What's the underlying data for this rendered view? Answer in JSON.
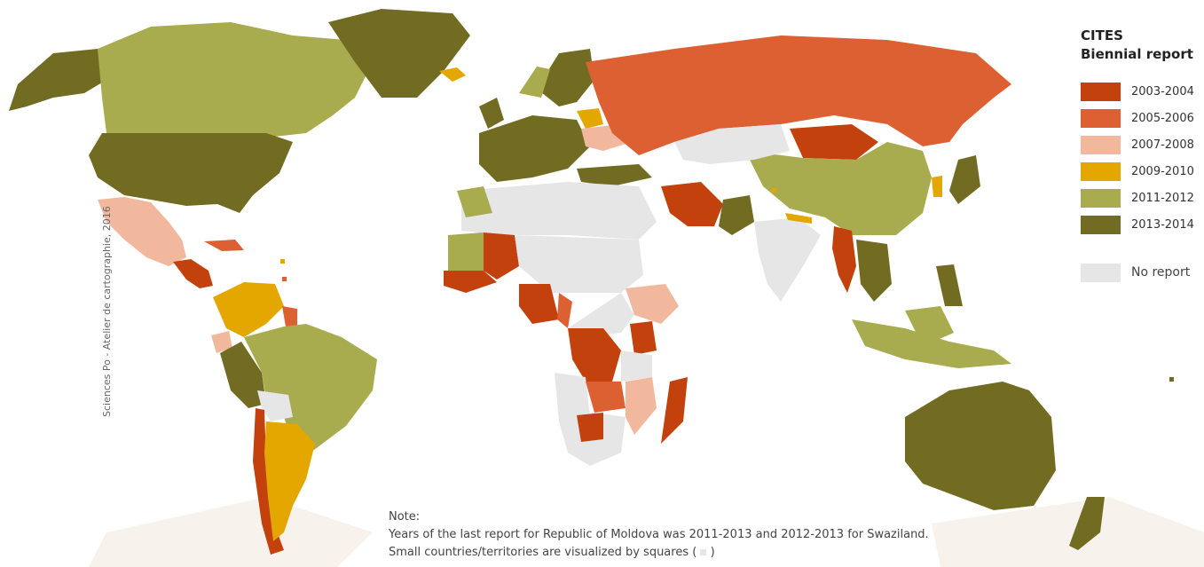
{
  "legend": {
    "title_line1": "CITES",
    "title_line2": "Biennial report",
    "items": [
      {
        "label": "2003-2004",
        "color": "#c2410c"
      },
      {
        "label": "2005-2006",
        "color": "#dd6033"
      },
      {
        "label": "2007-2008",
        "color": "#f1b89e"
      },
      {
        "label": "2009-2010",
        "color": "#e3a700"
      },
      {
        "label": "2011-2012",
        "color": "#a9ab4f"
      },
      {
        "label": "2013-2014",
        "color": "#726c22"
      }
    ],
    "no_report": {
      "label": "No report",
      "color": "#e6e6e6"
    }
  },
  "credit": "Sciences Po - Atelier de cartographie, 2016",
  "note": {
    "heading": "Note:",
    "line1": "Years of the last report for Republic of Moldova was 2011-2013 and 2012-2013 for Swaziland.",
    "line2_prefix": "Small countries/territories are visualized by squares (",
    "line2_suffix": ")"
  }
}
